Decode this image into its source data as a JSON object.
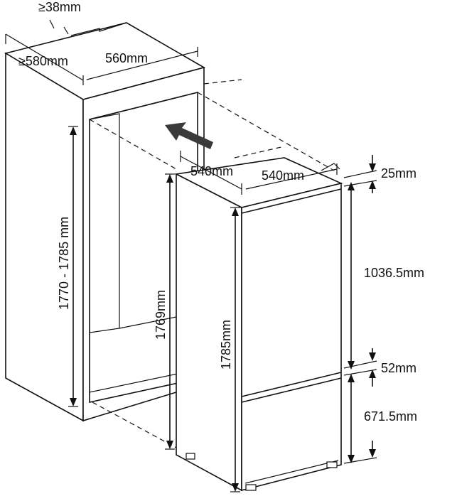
{
  "labels": {
    "gap_top": "≥38mm",
    "cabinet_depth": "≥580mm",
    "cabinet_width": "560mm",
    "appliance_depth": "540mm",
    "appliance_width": "540mm",
    "top_gap": "25mm",
    "upper_door": "1036.5mm",
    "mid_gap": "52mm",
    "lower_door": "671.5mm",
    "niche_height": "1770 - 1785 mm",
    "appliance_body_height": "1769mm",
    "appliance_total_height": "1785mm"
  },
  "colors": {
    "line": "#111111",
    "background": "#ffffff",
    "arrow": "#3a3a3a"
  }
}
